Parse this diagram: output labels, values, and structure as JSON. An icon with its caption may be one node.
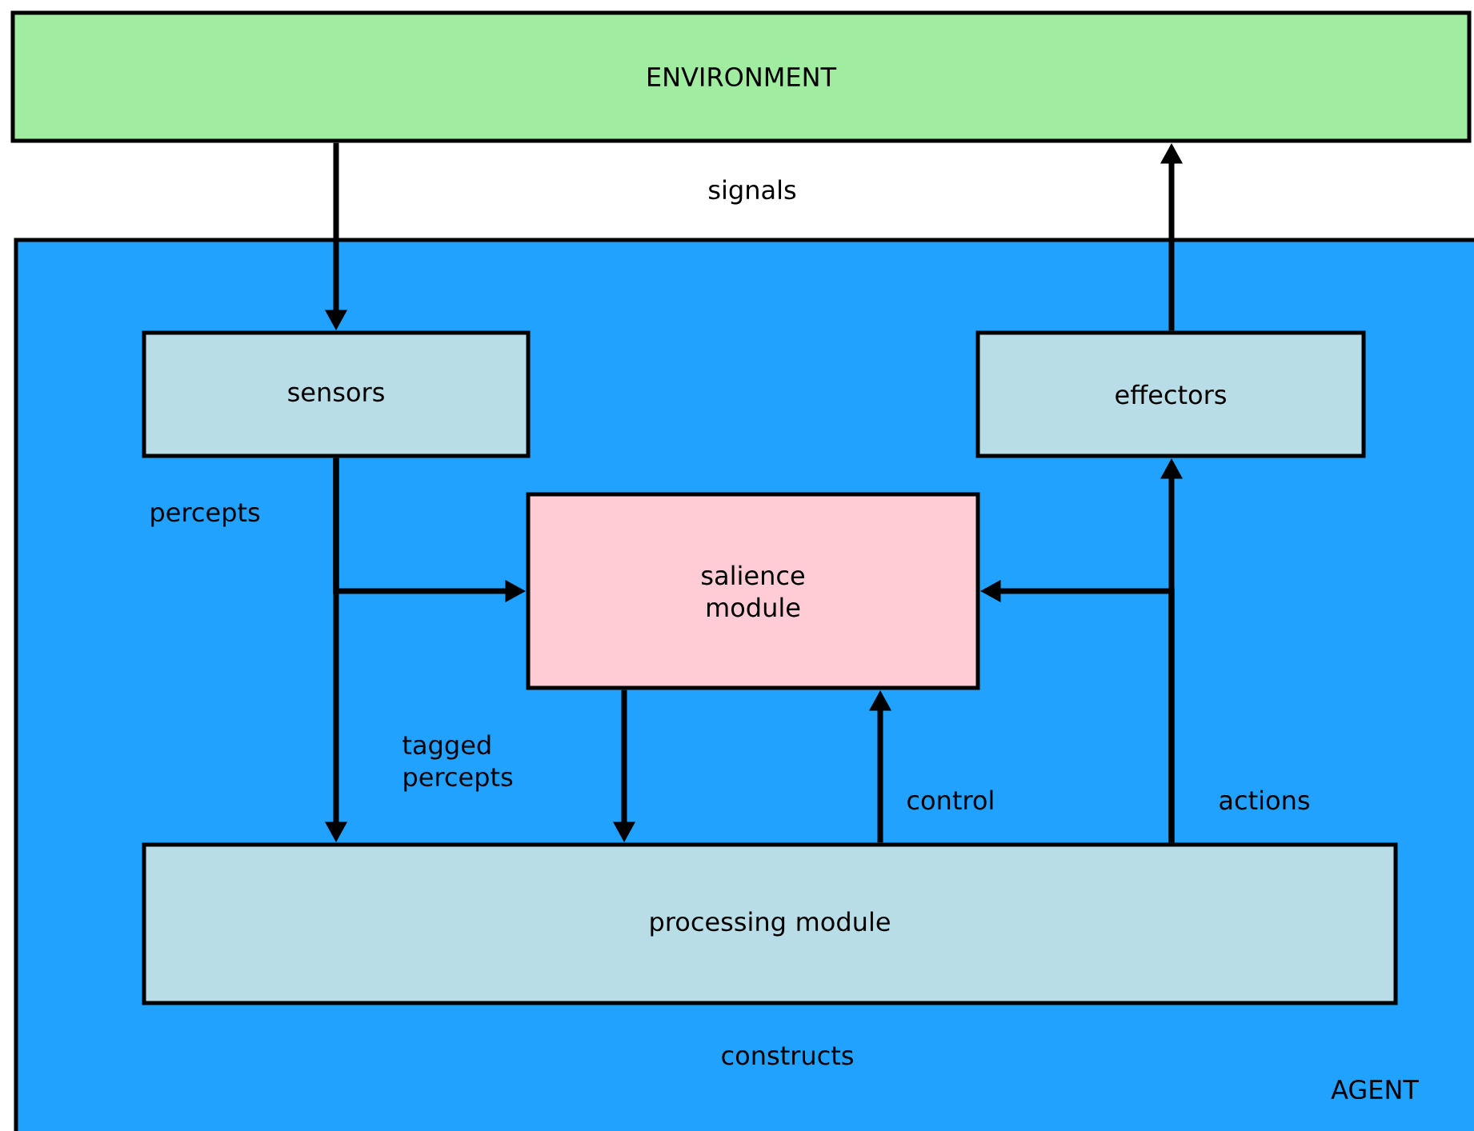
{
  "diagram": {
    "nodes": [
      {
        "text": [
          "ENVIRONMENT"
        ]
      },
      {
        "text": [
          "AGENT"
        ]
      },
      {
        "text": [
          "sensors"
        ],
        "in": 1
      },
      {
        "text": [
          "effectors"
        ],
        "in": 1
      },
      {
        "text": [
          "salience module"
        ],
        "in": 1
      },
      {
        "text": [
          "processing module"
        ],
        "in": 1
      }
    ],
    "edges": [
      {
        "from": 0,
        "to": 2,
        "arrow": "to"
      },
      {
        "from": 3,
        "to": 0,
        "arrow": "to"
      },
      {
        "from": 2,
        "to": 5,
        "arrow": "to",
        "label": "percepts"
      },
      {
        "from": 2,
        "to": 4,
        "arrow": "to"
      },
      {
        "from": 4,
        "to": 5,
        "arrow": "to",
        "label": "tagged percepts"
      },
      {
        "from": 5,
        "to": 4,
        "arrow": "to",
        "label": "control"
      },
      {
        "from": 5,
        "to": 3,
        "arrow": "to",
        "label": "actions"
      },
      {
        "from": 5,
        "to": 4,
        "arrow": "to"
      }
    ],
    "labels": [
      "signals",
      "constructs"
    ]
  }
}
